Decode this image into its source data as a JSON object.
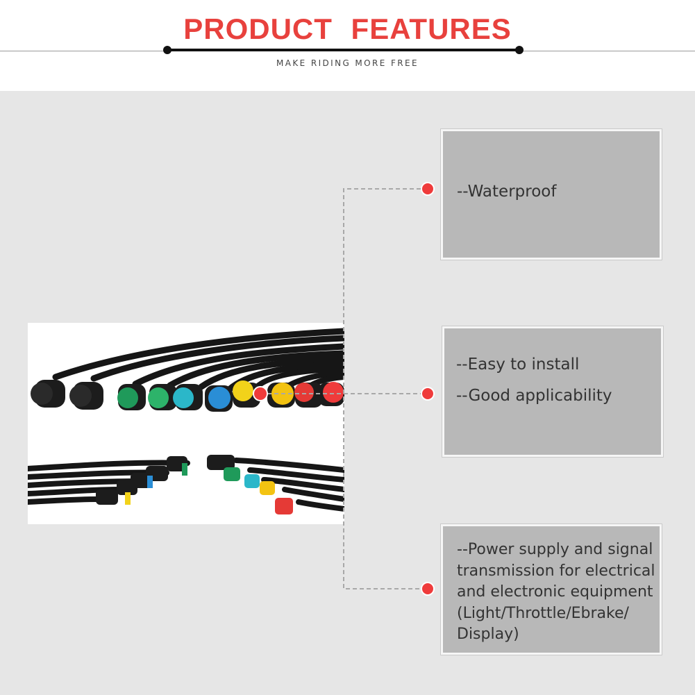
{
  "header": {
    "title": "PRODUCT  FEATURES",
    "subtitle": "MAKE RIDING MORE FREE"
  },
  "features": {
    "item1": "--Waterproof",
    "item2_line1": "--Easy to install",
    "item2_line2": "--Good applicability",
    "item3": "--Power supply and signal transmission for electrical and electronic equipment (Light/Throttle/Ebrake/ Display)"
  },
  "colors": {
    "accent": "#e8413d",
    "panel": "#e6e6e6",
    "box": "#b8b8b8"
  }
}
